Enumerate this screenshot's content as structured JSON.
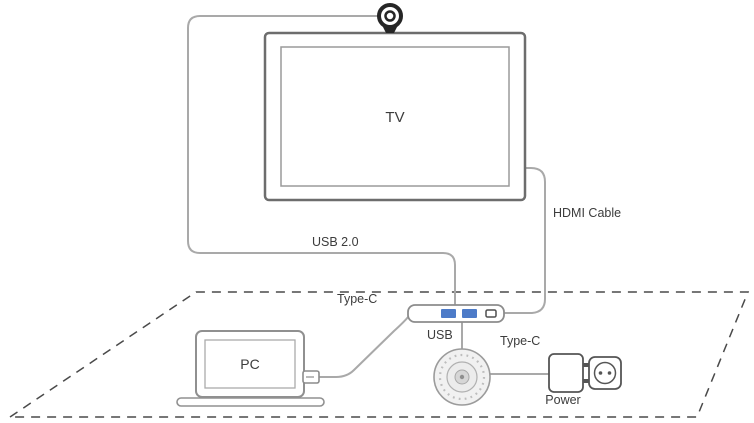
{
  "diagram": {
    "labels": {
      "tv": "TV",
      "pc": "PC",
      "usb2": "USB 2.0",
      "hdmi": "HDMI Cable",
      "typec_left": "Type-C",
      "usb_hub": "USB",
      "typec_right": "Type-C",
      "power": "Power"
    },
    "colors": {
      "cable": "#a9a9a9",
      "device_outline": "#8c8c8c",
      "webcam_dark": "#262626",
      "usb_port_blue": "#4d7bc8",
      "table_dash": "#4a4a4a",
      "label_text": "#3c3c3c"
    }
  }
}
